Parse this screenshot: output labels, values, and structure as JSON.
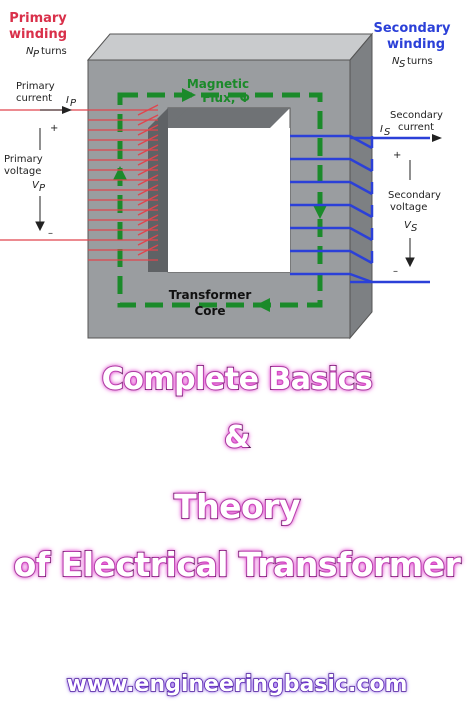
{
  "diagram": {
    "primary_title_line1": "Primary",
    "primary_title_line2": "winding",
    "primary_turns": "N",
    "primary_turns_sub": "P",
    "primary_turns_word": "turns",
    "primary_current_line1": "Primary",
    "primary_current_line2": "current",
    "primary_current_sym": "I",
    "primary_current_sub": "P",
    "primary_voltage_line1": "Primary",
    "primary_voltage_line2": "voltage",
    "primary_voltage_sym": "V",
    "primary_voltage_sub": "P",
    "secondary_title_line1": "Secondary",
    "secondary_title_line2": "winding",
    "secondary_turns": "N",
    "secondary_turns_sub": "S",
    "secondary_turns_word": "turns",
    "secondary_current_line1": "Secondary",
    "secondary_current_line2": "current",
    "secondary_current_sym": "I",
    "secondary_current_sub": "S",
    "secondary_voltage_line1": "Secondary",
    "secondary_voltage_line2": "voltage",
    "secondary_voltage_sym": "V",
    "secondary_voltage_sub": "S",
    "plus": "+",
    "minus": "–",
    "flux_line1": "Magnetic",
    "flux_line2": "Flux, Φ",
    "core_line1": "Transformer",
    "core_line2": "Core"
  },
  "headline": {
    "line1": "Complete Basics",
    "line2": "&",
    "line3": "Theory",
    "line4": "of Electrical Transformer"
  },
  "footer": {
    "url": "www.engineeringbasic.com"
  },
  "colors": {
    "primary": "#d9304a",
    "secondary": "#2b40d8",
    "flux": "#1b8a2a",
    "core": "#9a9da0"
  }
}
